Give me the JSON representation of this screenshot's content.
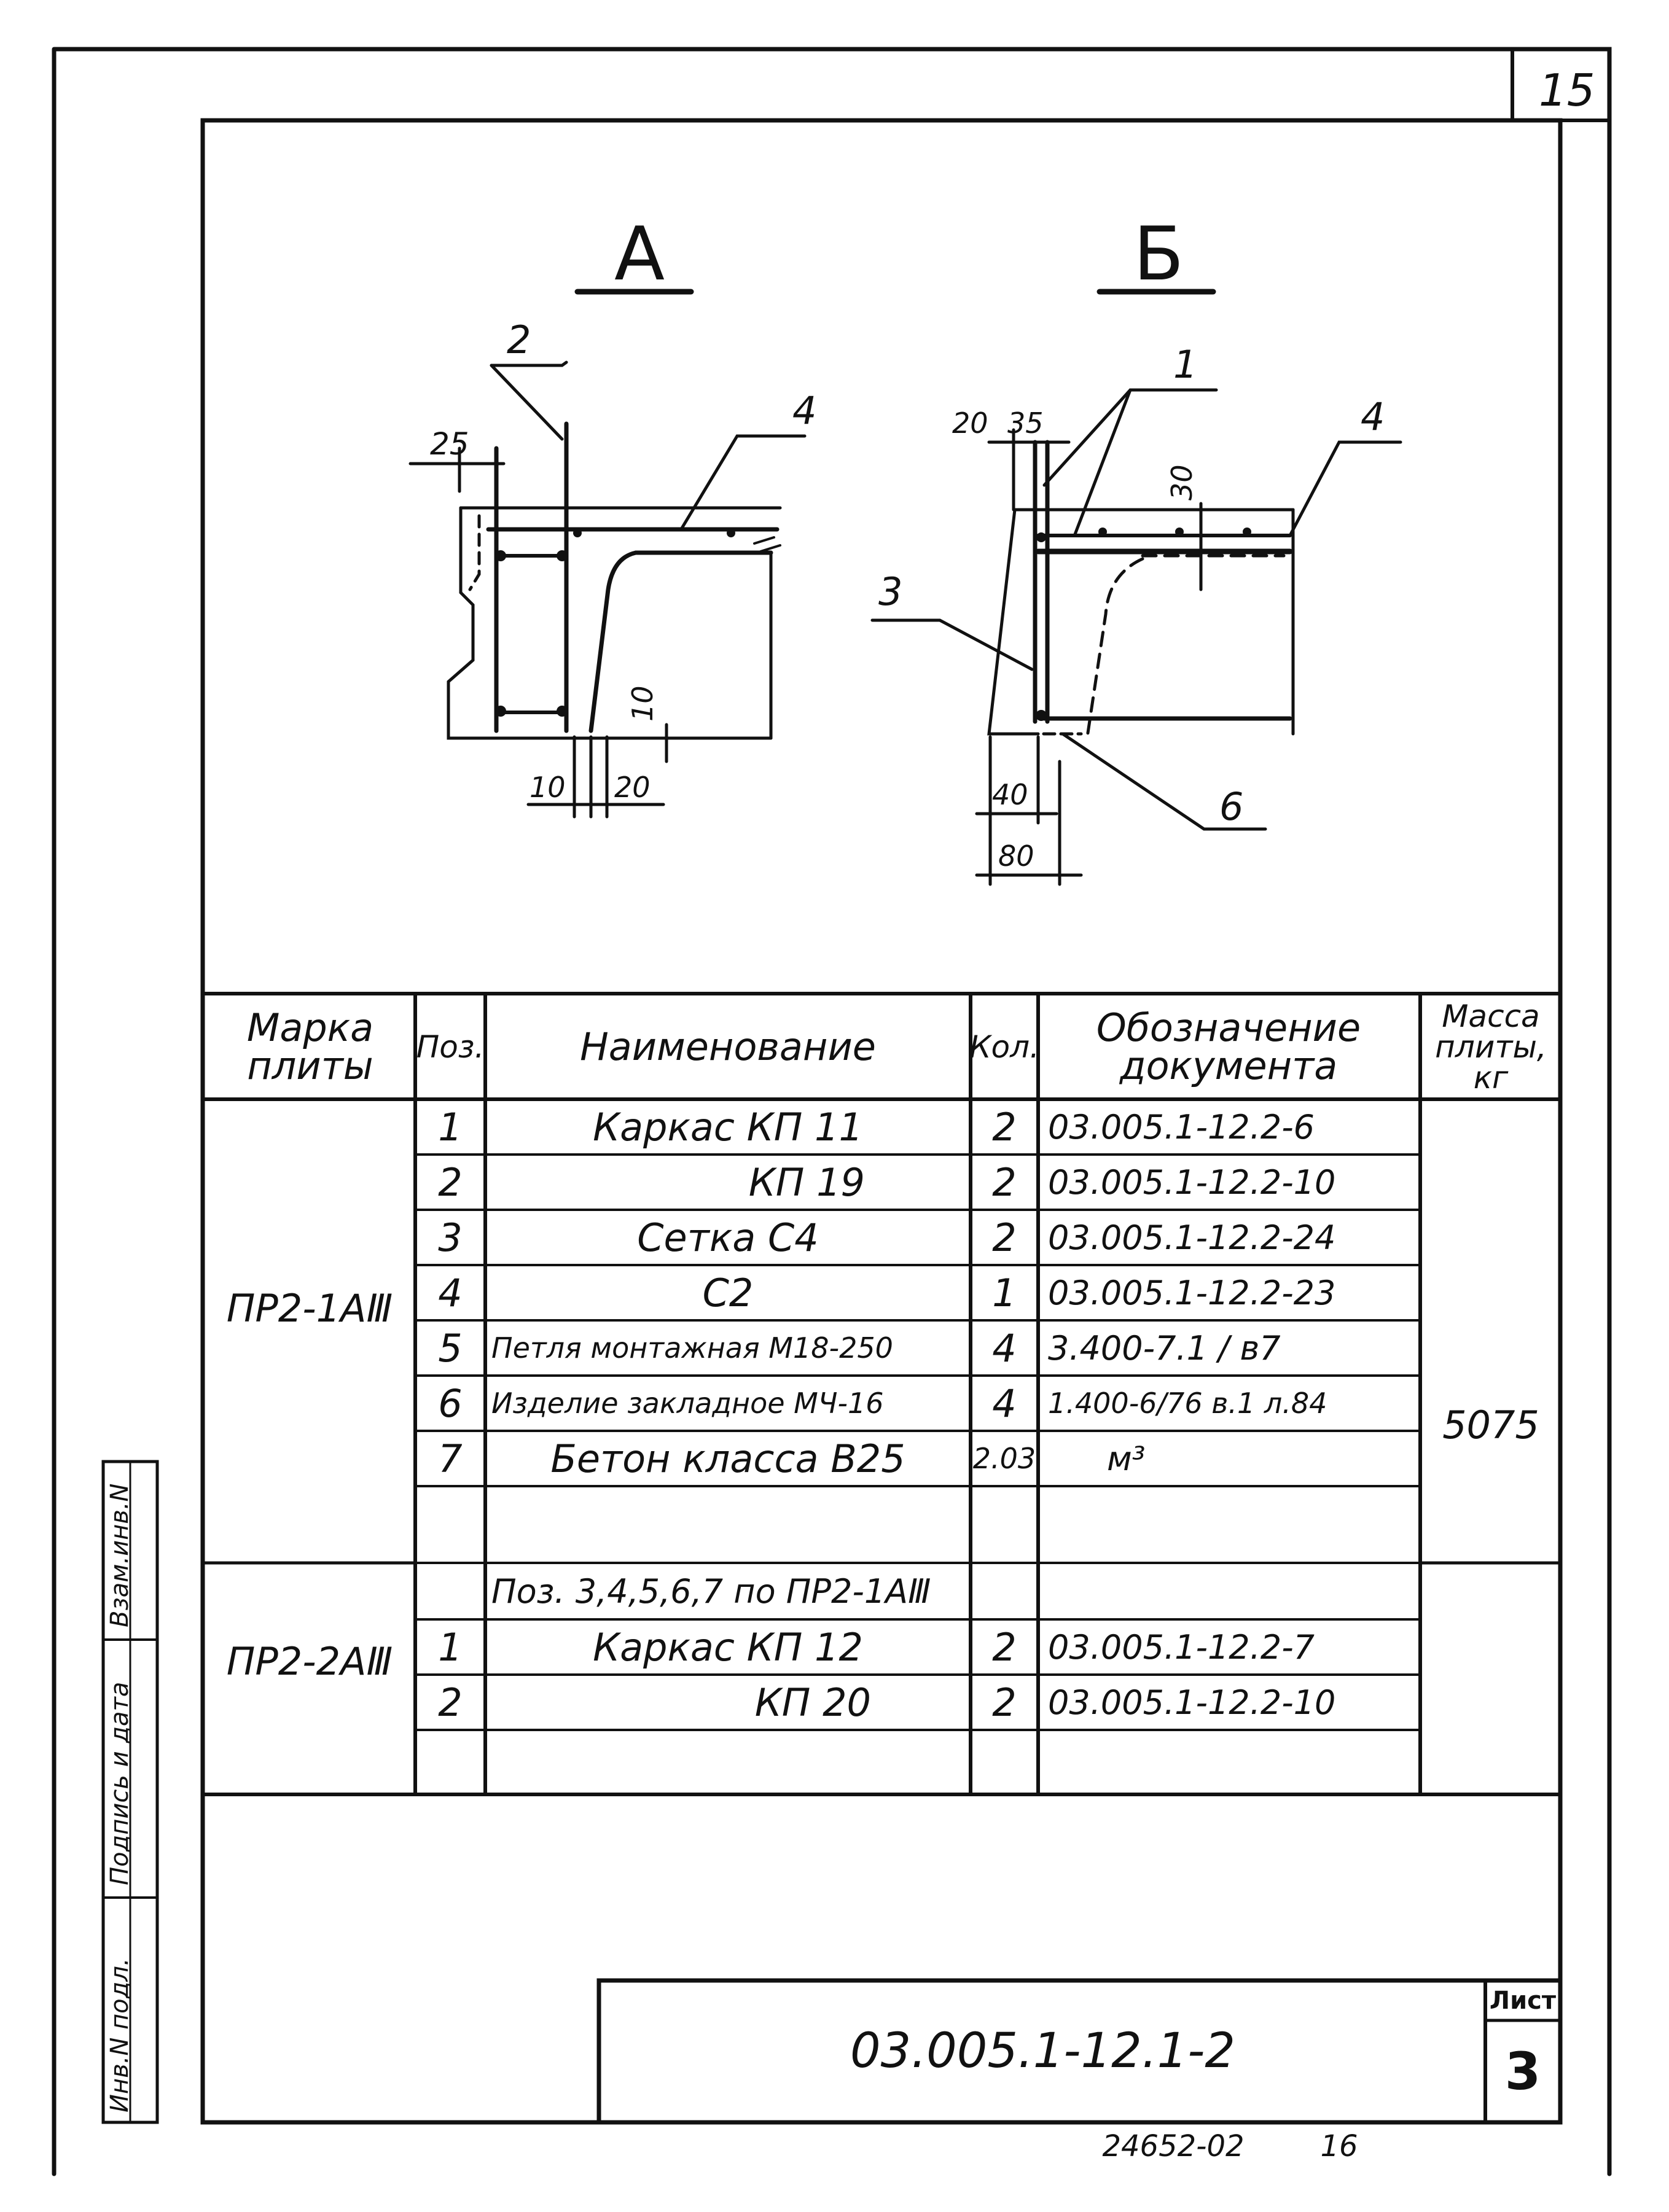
{
  "sheet_corner_number": "15",
  "drawing": {
    "view_a_title": "А",
    "view_b_title": "Б",
    "view_a": {
      "callouts": {
        "p2": "2",
        "p4": "4"
      },
      "dims": {
        "d25": "25",
        "d10v": "10",
        "d10": "10",
        "d20": "20"
      }
    },
    "view_b": {
      "callouts": {
        "p1": "1",
        "p3": "3",
        "p4": "4",
        "p6": "6"
      },
      "dims": {
        "d20": "20",
        "d35": "35",
        "d30": "30",
        "d40": "40",
        "d80": "80"
      }
    }
  },
  "table": {
    "headers": {
      "mark": "Марка плиты",
      "pos": "Поз.",
      "name": "Наименование",
      "qty": "Кол.",
      "doc": "Обозначение документа",
      "mass": "Масса плиты, кг"
    },
    "group1": {
      "mark": "ПР2-1АⅢ",
      "mass": "5075",
      "rows": [
        {
          "pos": "1",
          "name": "Каркас КП 11",
          "qty": "2",
          "doc": "03.005.1-12.2-6"
        },
        {
          "pos": "2",
          "name": "КП 19",
          "qty": "2",
          "doc": "03.005.1-12.2-10"
        },
        {
          "pos": "3",
          "name": "Сетка С4",
          "qty": "2",
          "doc": "03.005.1-12.2-24"
        },
        {
          "pos": "4",
          "name": "С2",
          "qty": "1",
          "doc": "03.005.1-12.2-23"
        },
        {
          "pos": "5",
          "name": "Петля монтажная М18-250",
          "qty": "4",
          "doc": "3.400-7.1 / в7"
        },
        {
          "pos": "6",
          "name": "Изделие закладное МЧ-16",
          "qty": "4",
          "doc": "1.400-6/76 в.1 л.84"
        },
        {
          "pos": "7",
          "name": "Бетон класса В25",
          "qty": "2.03",
          "doc": "м³"
        }
      ]
    },
    "group2": {
      "mark": "ПР2-2АⅢ",
      "note": "Поз. 3,4,5,6,7 по ПР2-1АⅢ",
      "rows": [
        {
          "pos": "1",
          "name": "Каркас КП 12",
          "qty": "2",
          "doc": "03.005.1-12.2-7"
        },
        {
          "pos": "2",
          "name": "КП 20",
          "qty": "2",
          "doc": "03.005.1-12.2-10"
        }
      ]
    }
  },
  "side_stamp": {
    "inv_no": "Инв.N подл.",
    "sign_date": "Подпись и дата",
    "vzam_inv": "Взам.инв.N"
  },
  "title_block": {
    "doc_code": "03.005.1-12.1-2",
    "sheet_label": "Лист",
    "sheet_no": "3"
  },
  "footer": {
    "archive_no": "24652-02",
    "page": "16"
  }
}
